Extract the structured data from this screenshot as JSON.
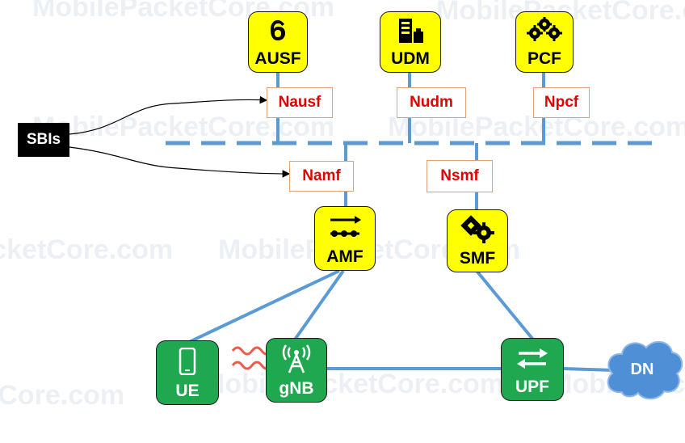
{
  "watermark": "MobilePacketCore.com",
  "labels": {
    "sbis": "SBIs"
  },
  "nodes": {
    "ausf": "AUSF",
    "udm": "UDM",
    "pcf": "PCF",
    "amf": "AMF",
    "smf": "SMF",
    "ue": "UE",
    "gnb": "gNB",
    "upf": "UPF",
    "dn": "DN"
  },
  "interfaces": {
    "nausf": "Nausf",
    "nudm": "Nudm",
    "npcf": "Npcf",
    "namf": "Namf",
    "nsmf": "Nsmf"
  },
  "colors": {
    "control_plane_nf": "#ffff00",
    "user_plane_nf": "#1fa84f",
    "link": "#5b9bd5",
    "interface_text": "#e00000",
    "sbi_bus_glow": "#f8b27a",
    "dn_cloud": "#4f8fd6",
    "radio_wave": "#f05a4a"
  },
  "icons": {
    "ausf": "six-icon",
    "udm": "database-server-icon",
    "pcf": "gears-icon",
    "amf": "amf-arrows-icon",
    "smf": "smf-gear-icon",
    "ue": "smartphone-icon",
    "gnb": "cell-tower-icon",
    "upf": "bidirectional-arrows-icon",
    "dn": "cloud-icon"
  }
}
